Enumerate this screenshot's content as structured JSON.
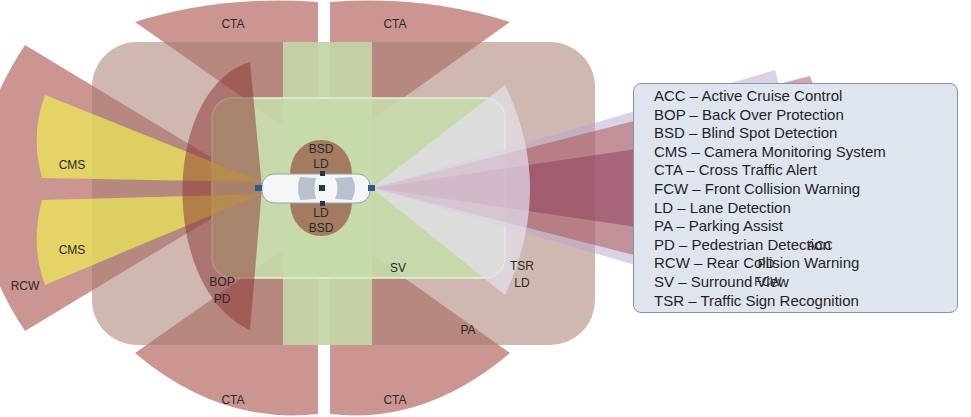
{
  "diagram": {
    "labels": [
      "CTA",
      "CTA",
      "CMS",
      "BSD",
      "LD",
      "CMS",
      "RCW",
      "BOP",
      "PD",
      "LD",
      "BSD",
      "SV",
      "TSR",
      "LD",
      "PD",
      "FCW",
      "ACC",
      "PA",
      "CTA",
      "CTA"
    ],
    "legend": [
      {
        "text": "ACC – Active Cruise Control"
      },
      {
        "text": "BOP – Back Over Protection"
      },
      {
        "text": "BSD – Blind Spot Detection"
      },
      {
        "text": "CMS – Camera Monitoring System"
      },
      {
        "text": "CTA – Cross Traffic Alert"
      },
      {
        "text": "FCW – Front Collision Warning"
      },
      {
        "text": "LD – Lane Detection"
      },
      {
        "text": "PA – Parking Assist"
      },
      {
        "text": "PD – Pedestrian Detection"
      },
      {
        "text": "RCW – Rear Collision Warning"
      },
      {
        "text": "SV – Surround View"
      },
      {
        "text": "TSR – Traffic Sign Recognition"
      }
    ]
  }
}
